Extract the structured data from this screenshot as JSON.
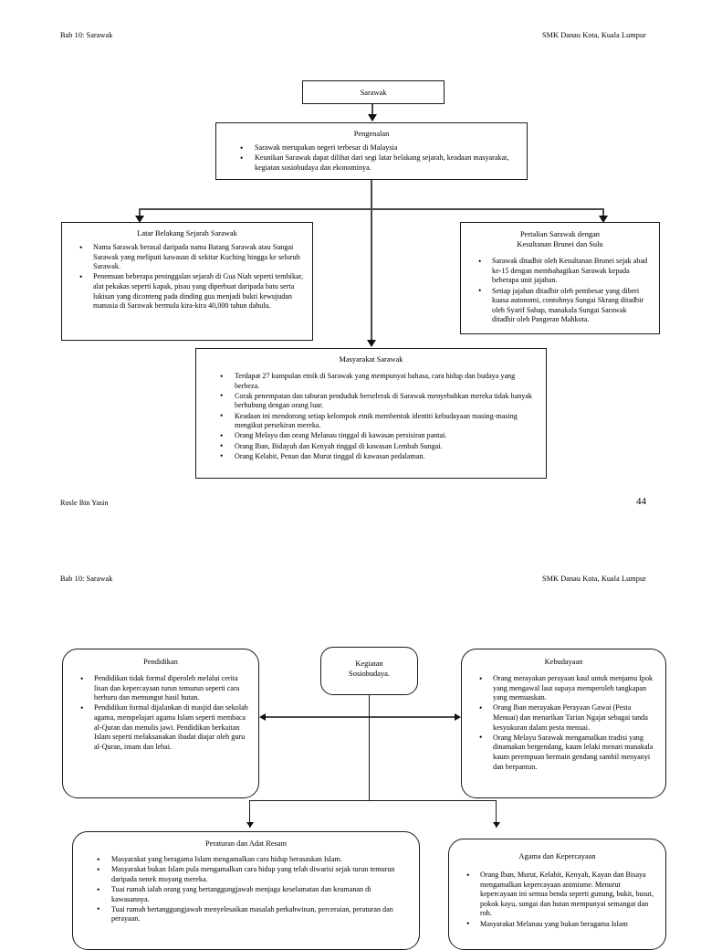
{
  "document": {
    "page1": {
      "header_left": "Bab 10: Sarawak",
      "header_right": "SMK Danau Kota, Kuala Lumpur",
      "footer_left": "Rosle Bin Yasin",
      "footer_page": "44"
    },
    "page2": {
      "header_left": "Bab 10: Sarawak",
      "header_right": "SMK Danau Kota, Kuala Lumpur"
    }
  },
  "diagram1": {
    "root": {
      "title": "Sarawak"
    },
    "intro": {
      "title": "Pengenalan",
      "bullets": [
        "Sarawak merupakan negeri terbesar di Malaysia",
        "Keunikan Sarawak dapat dilihat dari segi latar belakang sejarah, keadaan masyarakat, kegiatan sosiobudaya dan ekonominya."
      ]
    },
    "history": {
      "title": "Latar Belakang Sejarah Sarawak",
      "bullets": [
        "Nama Sarawak berasal daripada nama Batang Sarawak atau Sungai Sarawak yang meliputi kawasan di sekitar Kuching hingga ke seluruh Sarawak.",
        "Penemuan beberapa peninggalan sejarah di Gua Niah seperti tembikar, alat pekakas seperti kapak, pisau yang diperbuat daripada batu serta lukisan yang diconteng pada dinding gua menjadi bukti kewujudan manusia di Sarawak bermula kira-kira 40,000 tahun dahulu."
      ]
    },
    "relations": {
      "title_line1": "Pertalian Sarawak dengan",
      "title_line2": "Kesultanan Brunei dan Sulu",
      "bullets": [
        "Sarawak ditadbir oleh Kesultanan Brunei sejak abad ke-15 dengan membahagikan Sarawak kepada beberapa unit jajahan.",
        "Setiap jajahan ditadbir oleh pembesar yang diberi kuasa autonomi, contohnya Sungai Skrang ditadbir oleh Syarif Sahap, manakala Sungai Sarawak ditadbir oleh Pangeran Mahkota."
      ]
    },
    "society": {
      "title": "Masyarakat Sarawak",
      "bullets": [
        "Terdapat 27 kumpulan etnik di Sarawak yang mempunyai bahasa, cara hidup dan budaya yang berbeza.",
        "Corak penempatan dan taburan penduduk berselerak di Sarawak menyebabkan mereka tidak banyak berhubung dengan orang luar.",
        "Keadaan ini mendorong setiap kelompok etnik membentuk identiti kebudayaan masing-masing mengikut persekiran mereka.",
        "Orang Melayu dan orang Melanau tinggal di kawasan persisiran pantai.",
        "Orang Iban, Bidayuh dan Kenyah tinggal di kawasan Lembah Sungai.",
        "Orang Kelabit, Penan dan Murut tinggal di kawasan pedalaman."
      ]
    }
  },
  "diagram2": {
    "center": {
      "title_line1": "Kegiatan",
      "title_line2": "Sosiobudaya."
    },
    "education": {
      "title": "Pendidikan",
      "bullets": [
        "Pendidikan tidak formal diperoleh melalui cerita lisan dan kepercayaan turun temurun seperti cara berburu dan memungut hasil hutan.",
        "Pendidikan formal dijalankan di masjid dan sekolah agama, mempelajari agama Islam seperti membaca al-Quran dan menulis jawi. Pendidikan berkaitan Islam seperti melaksanakan ibadat diajar oleh guru al-Quran, imam dan lebai."
      ]
    },
    "culture": {
      "title": "Kebudayaan",
      "bullets": [
        "Orang merayakan perayaan kaul untuk menjamu Ipok yang mengawal laut supaya memperoleh tangkapan yang memuaskan.",
        "Orang Iban merayakan Perayaan Gawai (Pesta Menuai) dan menarikan Tarian Ngajat sebagai tanda kesyukuran dalam pesta menuai.",
        "Orang Melayu Sarawak mengamalkan tradisi yang dinamakan bergendang, kaum lelaki menari manakala kaum perempuan bermain gendang sambil menyanyi dan berpantun."
      ]
    },
    "customs": {
      "title": "Peraturan dan Adat Resam",
      "bullets": [
        "Masyarakat yang beragama Islam mengamalkan cara hidup berasaskan Islam.",
        "Masyarakat bukan Islam pula mengamalkan cara hidup yang telah diwarisi sejak turun temurun daripada nenek moyang mereka.",
        "Tuai rumah ialah orang yang bertanggungjawab menjaga keselamatan dan keamanan di kawasannya.",
        "Tuai rumah bertanggungjawab menyelesaikan masalah perkahwinan, perceraian, peraturan dan perayaan."
      ]
    },
    "religion": {
      "title": "Agama dan Kepercayaan",
      "bullets": [
        "Orang Iban, Murut, Kelabit, Kenyah, Kayan dan Bisaya mengamalkan kepercayaan animisme. Menurut kepercayaan ini semua benda seperti gunung, bukit, busut, pokok kayu, sungai dan hutan mempunyai semangat dan roh.",
        "Masyarakat Melanau yang bukan beragama Islam"
      ]
    }
  }
}
